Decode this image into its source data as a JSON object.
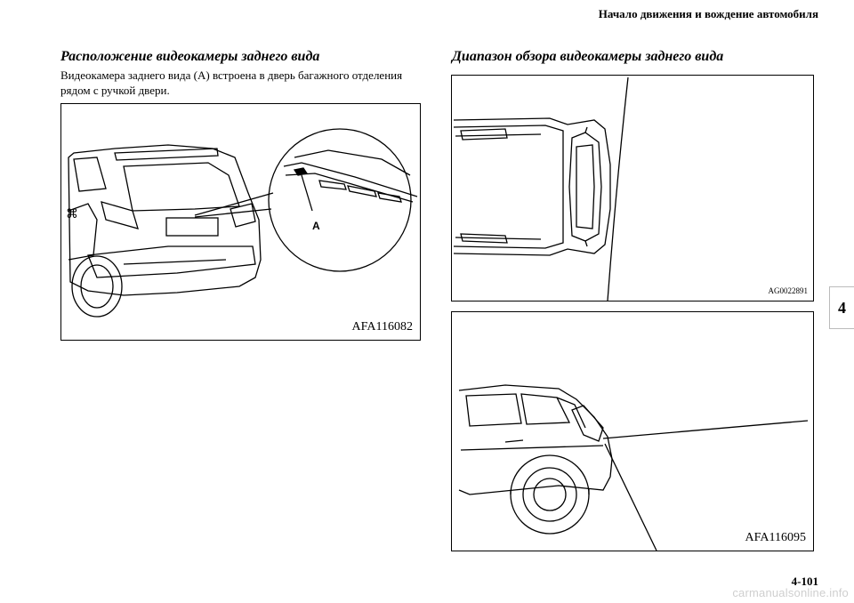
{
  "header": {
    "chapter_title": "Начало движения и вождение автомобиля"
  },
  "section_tab": {
    "number": "4"
  },
  "left": {
    "heading": "Расположение видеокамеры заднего вида",
    "paragraph_line1": "Видеокамера заднего вида (А) встроена в дверь багажного отделения",
    "paragraph_line2": "рядом с ручкой двери.",
    "figure": {
      "callout": "A",
      "code": "AFA116082"
    }
  },
  "right": {
    "heading": "Диапазон обзора видеокамеры заднего вида",
    "figure_top": {
      "code": "AG0022891"
    },
    "figure_bottom": {
      "code": "AFA116095"
    }
  },
  "footer": {
    "page_number": "4-101",
    "watermark": "carmanualsonline.info"
  }
}
